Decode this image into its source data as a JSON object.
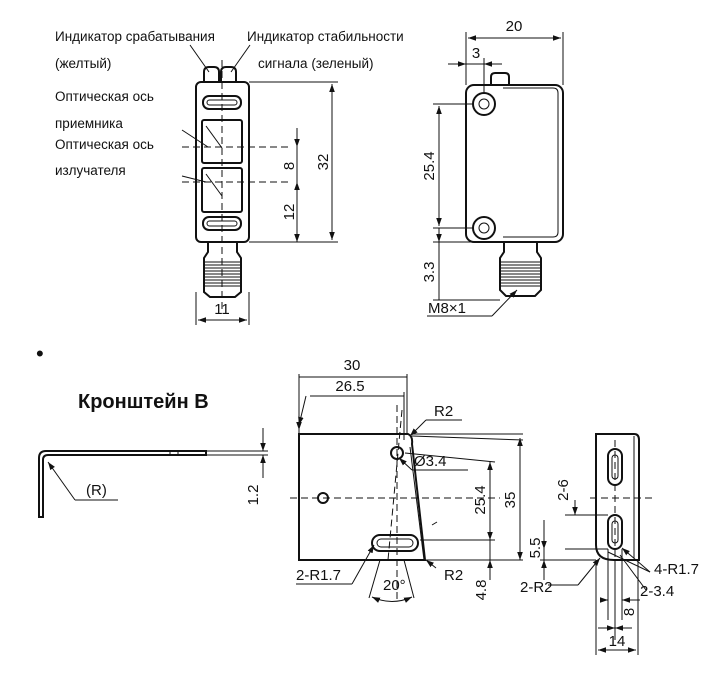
{
  "sensor": {
    "front": {
      "label_trigger": "Индикатор срабатывания",
      "label_trigger_color": "(желтый)",
      "label_stability": "Индикатор стабильности",
      "label_stability_color": "сигнала (зеленый)",
      "label_rx_axis_1": "Оптическая ось",
      "label_rx_axis_2": "приемника",
      "label_tx_axis_1": "Оптическая ось",
      "label_tx_axis_2": "излучателя",
      "dim_8": "8",
      "dim_12": "12",
      "dim_32": "32",
      "dim_11": "11"
    },
    "side": {
      "dim_20": "20",
      "dim_3": "3",
      "dim_25_4": "25.4",
      "dim_3_3": "3.3",
      "thread": "M8×1"
    }
  },
  "bracket": {
    "bullet": "•",
    "title": "Кронштейн B",
    "profile": {
      "radius": "(R)",
      "thickness": "1.2"
    },
    "front": {
      "dim_30": "30",
      "dim_26_5": "26.5",
      "r2_top": "R2",
      "hole": "Ø3.4",
      "dim_25_4": "25.4",
      "dim_35": "35",
      "slot_radius": "2-R1.7",
      "angle": "20°",
      "r2_bottom": "R2",
      "dim_4_8": "4.8"
    },
    "side": {
      "dim_2_6": "2-6",
      "dim_5_5": "5.5",
      "r_2": "2-R2",
      "r_4": "4-R1.7",
      "dim_2_3_4": "2-3.4",
      "dim_8": "8",
      "dim_14": "14"
    }
  }
}
